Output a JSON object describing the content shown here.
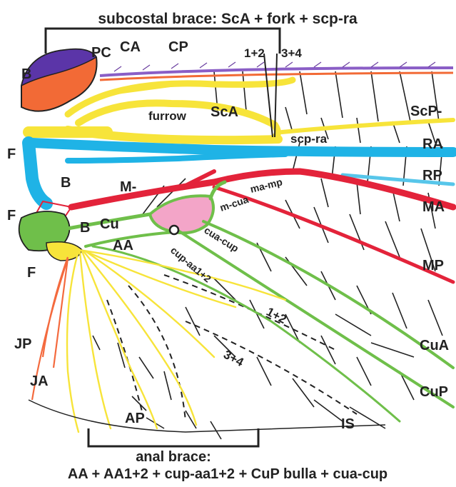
{
  "header": {
    "title": "subcostal brace:  ScA + fork + scp-ra"
  },
  "footer": {
    "line1": "anal brace:",
    "line2": "AA + AA1+2 + cup-aa1+2 + CuP bulla + cua-cup"
  },
  "labels": {
    "B_top": "B",
    "PC": "PC",
    "CA": "CA",
    "CP": "CP",
    "n12_top": "1+2",
    "n34_top": "3+4",
    "furrow": "furrow",
    "ScA": "ScA",
    "ScP": "ScP-",
    "scp_ra": "scp-ra",
    "RA": "RA",
    "RP": "RP",
    "MA": "MA",
    "MP": "MP",
    "F_top": "F",
    "B_mid": "B",
    "M": "M-",
    "ma_mp": "ma-mp",
    "m_cua": "m-cua",
    "F_mid": "F",
    "B_low": "B",
    "Cu": "Cu",
    "cua_cup": "cua-cup",
    "AA": "AA",
    "cup_aa12": "cup-aa1+2",
    "F_low": "F",
    "n12_low": "1+2",
    "n34_low": "3+4",
    "CuA": "CuA",
    "CuP": "CuP",
    "JP": "JP",
    "JA": "JA",
    "AP": "AP",
    "IS": "IS"
  },
  "colors": {
    "yellow": "#f7e43a",
    "blue": "#1fb3e6",
    "red": "#e3233a",
    "green": "#6fbf4a",
    "pink": "#f3a5c8",
    "orange": "#f46a3e",
    "purple": "#6b3fa0",
    "lightblue": "#57c6ea",
    "crossvein": "#222222",
    "sclerite_orange": "#f26a36",
    "sclerite_purple": "#5b35a8"
  }
}
